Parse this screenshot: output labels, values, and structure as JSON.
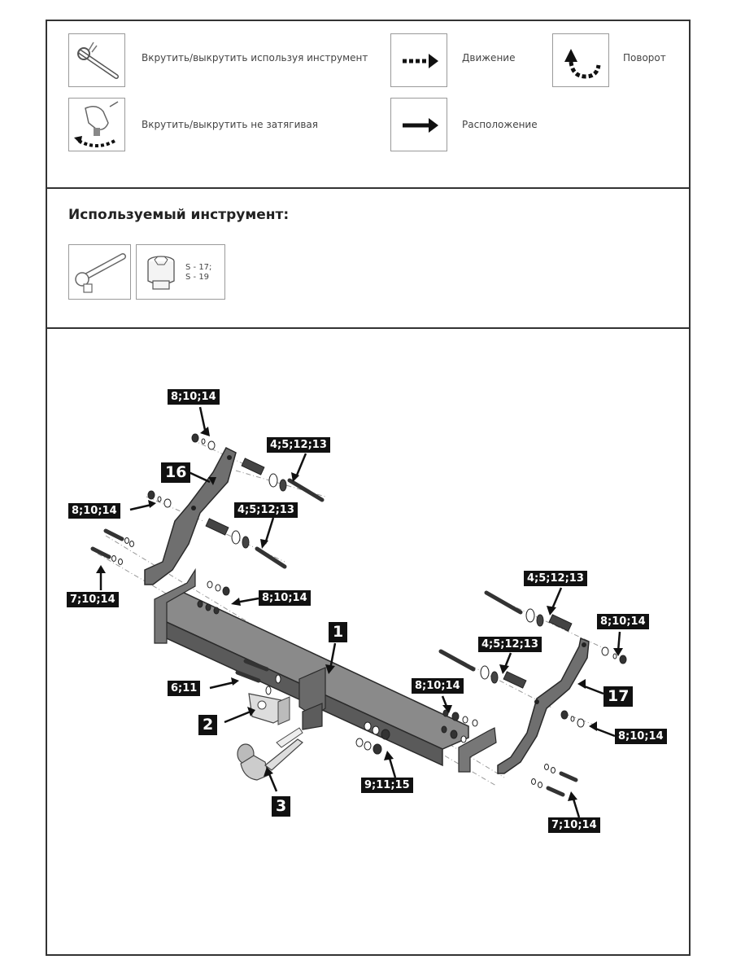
{
  "legend": {
    "screw_tool": "Вкрутить/выкрутить используя инструмент",
    "movement": "Движение",
    "rotation": "Поворот",
    "screw_hand": "Вкрутить/выкрутить не затягивая",
    "placement": "Расположение"
  },
  "tools": {
    "title": "Используемый инструмент:",
    "socket_line1": "S - 17;",
    "socket_line2": "S - 19"
  },
  "callouts": {
    "top_left_nut": "8;10;14",
    "left_bracket": "16",
    "top_bolt_set_a": "4;5;12;13",
    "left_nut_b": "8;10;14",
    "top_bolt_set_b": "4;5;12;13",
    "left_bolt": "7;10;14",
    "beam_left_nut": "8;10;14",
    "main_beam": "1",
    "hook_bolt": "6;11",
    "hook_plate": "2",
    "tow_ball": "3",
    "beam_center_nut": "8;10;14",
    "lower_washer_set": "9;11;15",
    "right_bolt_set_a": "4;5;12;13",
    "right_bolt_set_b": "4;5;12;13",
    "right_top_nut": "8;10;14",
    "right_bracket": "17",
    "right_nut": "8;10;14",
    "right_bolt": "7;10;14"
  }
}
